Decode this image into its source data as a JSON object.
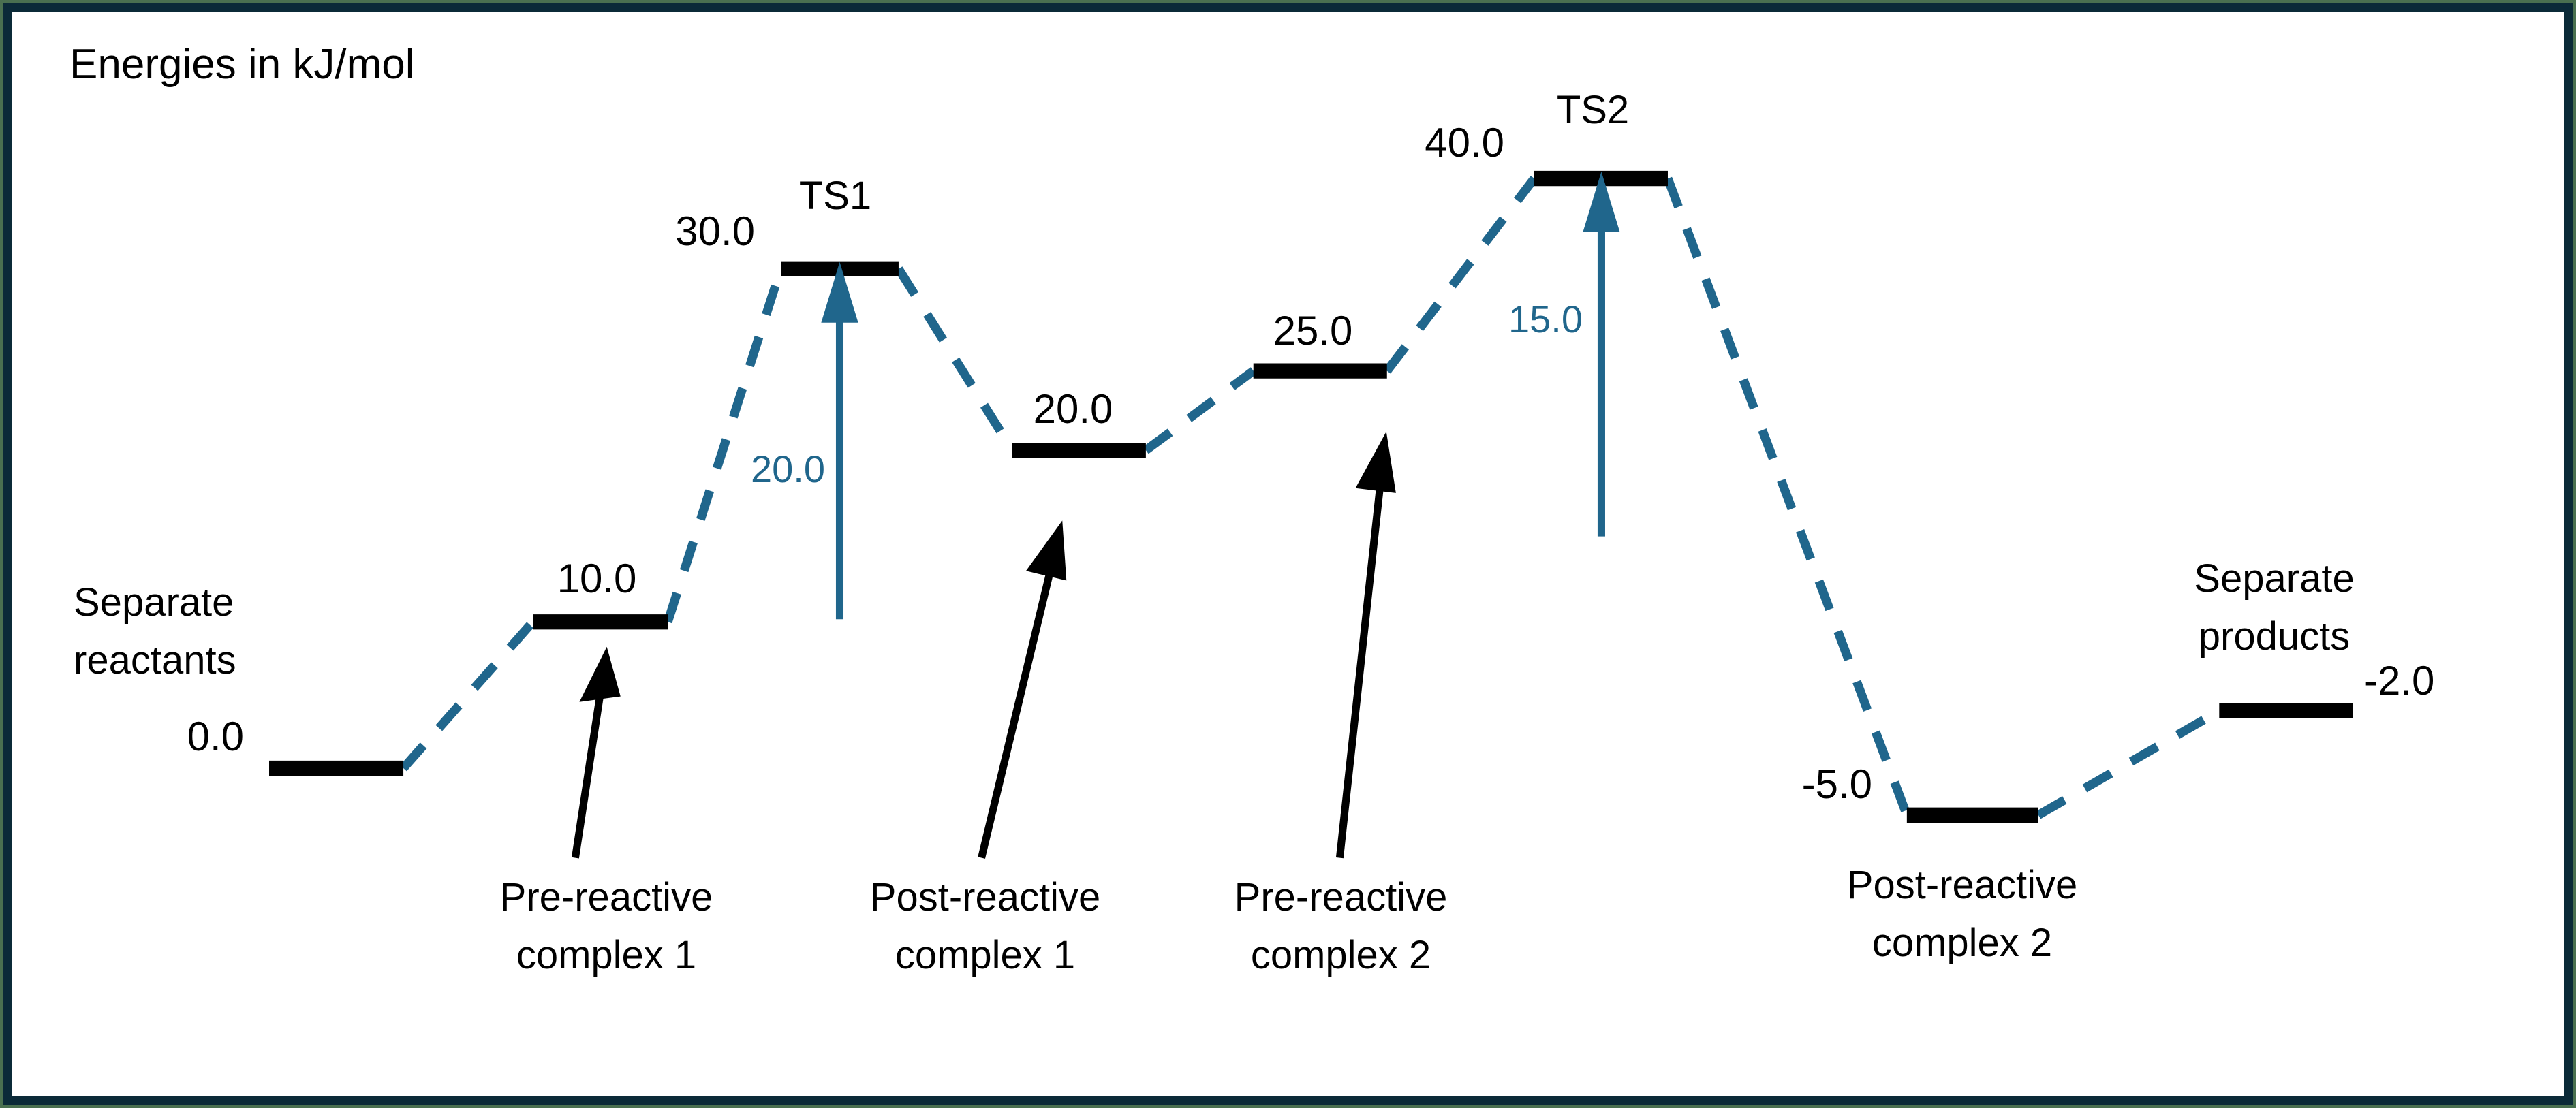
{
  "figure": {
    "title": "Energies in kJ/mol",
    "units": "kJ/mol",
    "frame_outer_color": "#4a7050",
    "frame_inner_color": "#0b2a38",
    "background": "#ffffff"
  },
  "colors": {
    "level_line": "#000000",
    "connector_dashed": "#20668c",
    "barrier_arrow": "#20668c",
    "annotation_arrow": "#000000",
    "value_text": "#000000",
    "barrier_text": "#20668c"
  },
  "chart_data": {
    "type": "line",
    "title": "Energies in kJ/mol",
    "xlabel": "",
    "ylabel": "Energies in kJ/mol",
    "grid": false,
    "legend": "none",
    "categories": [
      "Separate reactants",
      "Pre-reactive complex 1",
      "TS1",
      "Post-reactive complex 1",
      "Pre-reactive complex 2",
      "TS2",
      "Post-reactive complex 2",
      "Separate products"
    ],
    "values": [
      0.0,
      10.0,
      30.0,
      20.0,
      25.0,
      40.0,
      -5.0,
      -2.0
    ],
    "value_labels": [
      "0.0",
      "10.0",
      "30.0",
      "20.0",
      "25.0",
      "40.0",
      "-5.0",
      "-2.0"
    ],
    "ylim": [
      -10,
      45
    ],
    "barriers": [
      {
        "name": "TS1 barrier",
        "label": "20.0",
        "value": 20.0,
        "from": "Pre-reactive complex 1",
        "to": "TS1"
      },
      {
        "name": "TS2 barrier",
        "label": "15.0",
        "value": 15.0,
        "from": "Pre-reactive complex 2",
        "to": "TS2"
      }
    ]
  },
  "levels": [
    {
      "id": "separate-reactants",
      "name_label": "Separate\nreactants",
      "name_line1": "Separate",
      "name_line2": "reactants",
      "value_label": "0.0",
      "value": 0.0,
      "value_position": "left",
      "name_position": "above-left"
    },
    {
      "id": "pre-reactive-complex-1",
      "name_label": "Pre-reactive\ncomplex 1",
      "name_line1": "Pre-reactive",
      "name_line2": "complex 1",
      "value_label": "10.0",
      "value": 10.0,
      "value_position": "above",
      "name_position": "below-arrow"
    },
    {
      "id": "ts1",
      "name_label": "TS1",
      "name_line1": "TS1",
      "name_line2": "",
      "value_label": "30.0",
      "value": 30.0,
      "value_position": "above-left",
      "name_position": "above"
    },
    {
      "id": "post-reactive-complex-1",
      "name_label": "Post-reactive\ncomplex 1",
      "name_line1": "Post-reactive",
      "name_line2": "complex 1",
      "value_label": "20.0",
      "value": 20.0,
      "value_position": "above",
      "name_position": "below-arrow"
    },
    {
      "id": "pre-reactive-complex-2",
      "name_label": "Pre-reactive\ncomplex 2",
      "name_line1": "Pre-reactive",
      "name_line2": "complex 2",
      "value_label": "25.0",
      "value": 25.0,
      "value_position": "above",
      "name_position": "below-arrow"
    },
    {
      "id": "ts2",
      "name_label": "TS2",
      "name_line1": "TS2",
      "name_line2": "",
      "value_label": "40.0",
      "value": 40.0,
      "value_position": "above-left",
      "name_position": "above"
    },
    {
      "id": "post-reactive-complex-2",
      "name_label": "Post-reactive\ncomplex 2",
      "name_line1": "Post-reactive",
      "name_line2": "complex 2",
      "value_label": "-5.0",
      "value": -5.0,
      "value_position": "left",
      "name_position": "below"
    },
    {
      "id": "separate-products",
      "name_label": "Separate\nproducts",
      "name_line1": "Separate",
      "name_line2": "products",
      "value_label": "-2.0",
      "value": -2.0,
      "value_position": "right",
      "name_position": "above"
    }
  ],
  "barrier_annotations": [
    {
      "id": "barrier-ts1",
      "label": "20.0"
    },
    {
      "id": "barrier-ts2",
      "label": "15.0"
    }
  ]
}
